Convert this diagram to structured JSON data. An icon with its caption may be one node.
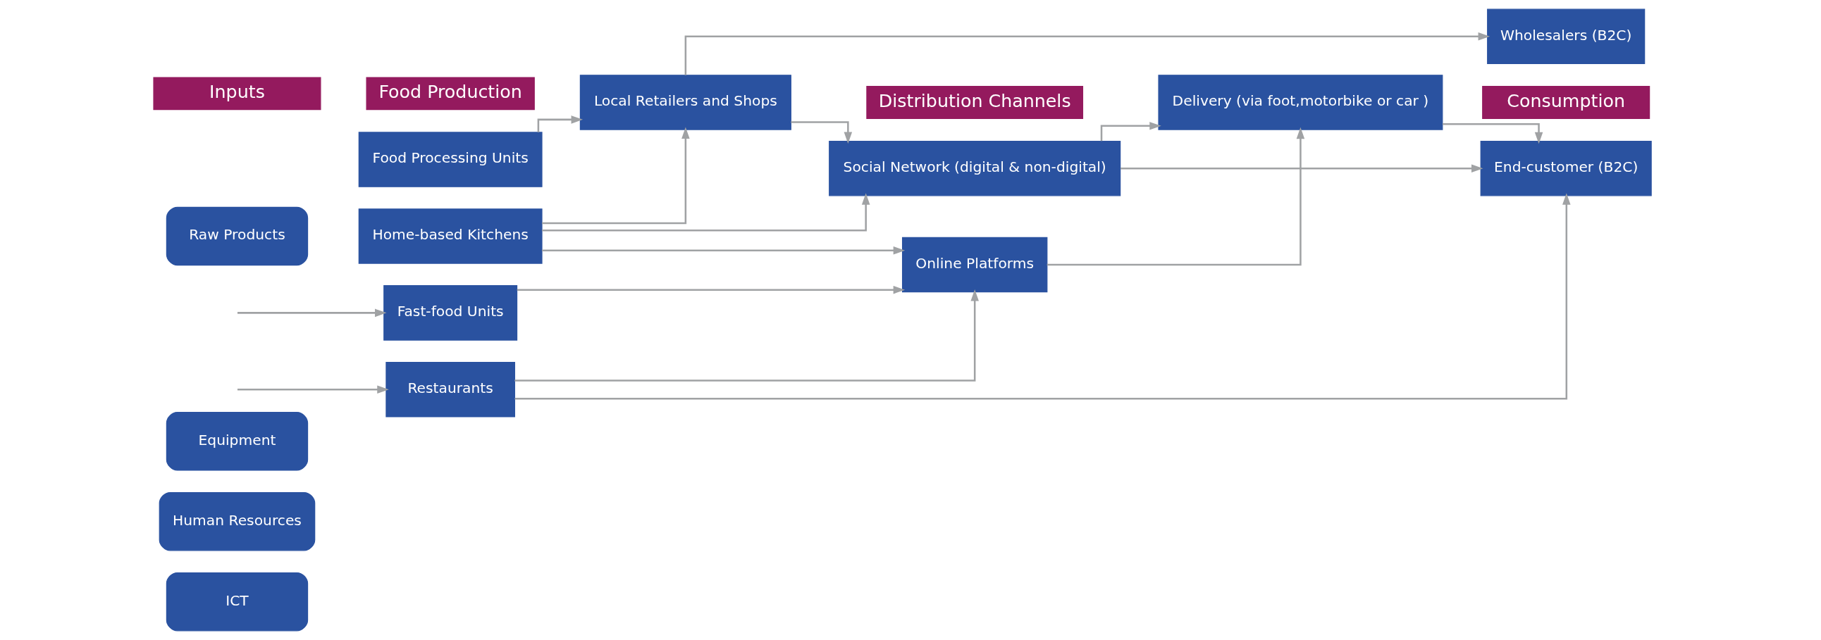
{
  "diagram": {
    "nodes": [
      {
        "text": [
          "Inputs"
        ]
      },
      {
        "text": [
          "Food Production"
        ]
      },
      {
        "text": [
          "Distribution Channels"
        ]
      },
      {
        "text": [
          "Consumption"
        ]
      },
      {
        "text": [
          "Raw Products"
        ]
      },
      {
        "text": [
          "Equipment"
        ]
      },
      {
        "text": [
          "Human Resources"
        ]
      },
      {
        "text": [
          "ICT"
        ]
      },
      {
        "text": [
          "Home-based Kitchens"
        ]
      },
      {
        "text": [
          "Food Processing Units"
        ]
      },
      {
        "text": [
          "Fast-food Units"
        ]
      },
      {
        "text": [
          "Restaurants"
        ]
      },
      {
        "text": [
          "Local Retailers and Shops"
        ]
      },
      {
        "text": [
          "Social Network (digital & non-digital)"
        ]
      },
      {
        "text": [
          "Online Platforms"
        ]
      },
      {
        "text": [
          "Delivery (via foot,motorbike or car )"
        ]
      },
      {
        "text": [
          "End-customer (B2C)"
        ]
      },
      {
        "text": [
          "Wholesalers (B2C)"
        ]
      }
    ],
    "edges": [
      {
        "from": null,
        "to": 10,
        "arrow": "to"
      },
      {
        "from": null,
        "to": 11,
        "arrow": "to"
      },
      {
        "from": 8,
        "to": 13,
        "arrow": "to"
      },
      {
        "from": 8,
        "to": 12,
        "arrow": "to"
      },
      {
        "from": 8,
        "to": 14,
        "arrow": "to"
      },
      {
        "from": 9,
        "to": 12,
        "arrow": "to"
      },
      {
        "from": 12,
        "to": 13,
        "arrow": "to"
      },
      {
        "from": 12,
        "to": 17,
        "arrow": "to"
      },
      {
        "from": 10,
        "to": 14,
        "arrow": "to"
      },
      {
        "from": 11,
        "to": 14,
        "arrow": "to"
      },
      {
        "from": 11,
        "to": 16,
        "arrow": "to"
      },
      {
        "from": 13,
        "to": 16,
        "arrow": "to"
      },
      {
        "from": 13,
        "to": 15,
        "arrow": "to"
      },
      {
        "from": 14,
        "to": 15,
        "arrow": "to"
      },
      {
        "from": 15,
        "to": 16,
        "arrow": "to"
      }
    ]
  }
}
